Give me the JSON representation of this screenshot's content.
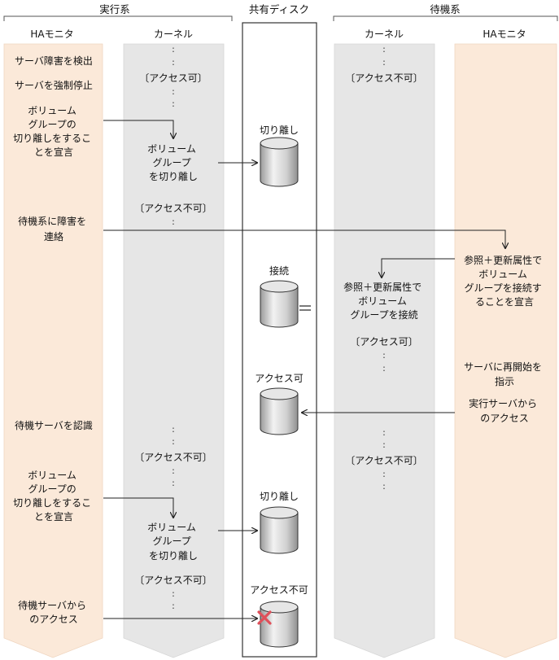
{
  "headers": {
    "active": "実行系",
    "shared": "共有ディスク",
    "standby": "待機系"
  },
  "columns": {
    "active_ha": "HAモニタ",
    "active_kernel": "カーネル",
    "standby_kernel": "カーネル",
    "standby_ha": "HAモニタ"
  },
  "active_ha": {
    "s1": "サーバ障害を検出",
    "s2": "サーバを強制停止",
    "s3": [
      "ボリューム",
      "グループの",
      "切り離しをするこ",
      "とを宣言"
    ],
    "s4": [
      "待機系に障害を",
      "連絡"
    ],
    "s5": "待機サーバを認識",
    "s6": [
      "ボリューム",
      "グループの",
      "切り離しをするこ",
      "とを宣言"
    ],
    "s7": [
      "待機サーバから",
      "のアクセス"
    ]
  },
  "active_kernel": {
    "access_ok": "〔アクセス可〕",
    "detach1": [
      "ボリューム",
      "グループ",
      "を切り離し"
    ],
    "access_ng1": "〔アクセス不可〕",
    "access_ng2": "〔アクセス不可〕",
    "detach2": [
      "ボリューム",
      "グループ",
      "を切り離し"
    ],
    "access_ng3": "〔アクセス不可〕"
  },
  "disk": {
    "d1": "切り離し",
    "d2": "接続",
    "d3": "アクセス可",
    "d4": "切り離し",
    "d5": "アクセス不可"
  },
  "standby_kernel": {
    "access_ng1": "〔アクセス不可〕",
    "connect": [
      "参照＋更新属性で",
      "ボリューム",
      "グループを接続"
    ],
    "access_ok": "〔アクセス可〕",
    "access_ng2": "〔アクセス不可〕"
  },
  "standby_ha": {
    "s1": [
      "参照＋更新属性で",
      "ボリューム",
      "グループを接続す",
      "ることを宣言"
    ],
    "s2": [
      "サーバに再開始を",
      "指示"
    ],
    "s3": [
      "実行サーバから",
      "のアクセス"
    ]
  },
  "colors": {
    "ha_fill": "#fbe9d9",
    "kernel_fill": "#e6e6e6",
    "cross": "#e0505a"
  }
}
